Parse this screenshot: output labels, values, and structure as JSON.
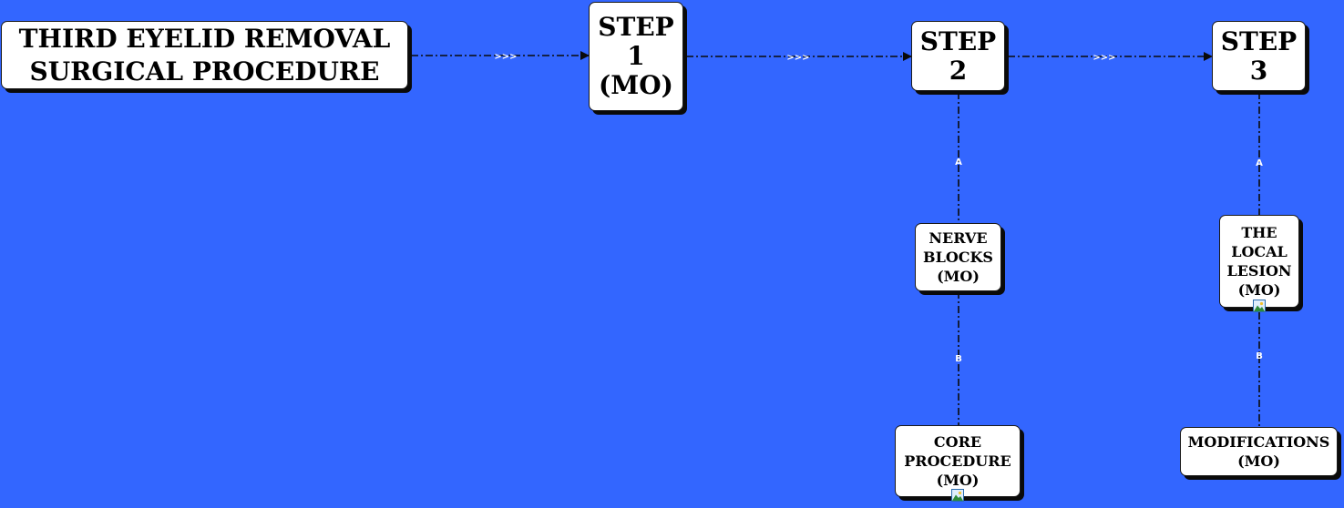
{
  "diagram": {
    "background_color": "#3366ff",
    "title_node": {
      "lines": [
        "THIRD EYELID REMOVAL",
        "SURGICAL PROCEDURE"
      ]
    },
    "steps": [
      {
        "lines": [
          "STEP",
          "1",
          "(MO)"
        ]
      },
      {
        "lines": [
          "STEP",
          "2"
        ]
      },
      {
        "lines": [
          "STEP",
          "3"
        ]
      }
    ],
    "sub_nodes": {
      "nerve_blocks": {
        "lines": [
          "NERVE",
          "BLOCKS",
          "(MO)"
        ],
        "icon": "image-icon"
      },
      "core_procedure": {
        "lines": [
          "CORE",
          "PROCEDURE",
          "(MO)"
        ],
        "icon": "image-icon"
      },
      "local_lesion": {
        "lines": [
          "THE",
          "LOCAL",
          "LESION",
          "(MO)"
        ],
        "icon": "image-icon"
      },
      "modifications": {
        "lines": [
          "MODIFICATIONS",
          "(MO)"
        ]
      }
    },
    "connector_labels": {
      "horizontal": ">>>",
      "step2_a": "A",
      "step2_b": "B",
      "step3_a": "A",
      "step3_b": "B"
    }
  }
}
